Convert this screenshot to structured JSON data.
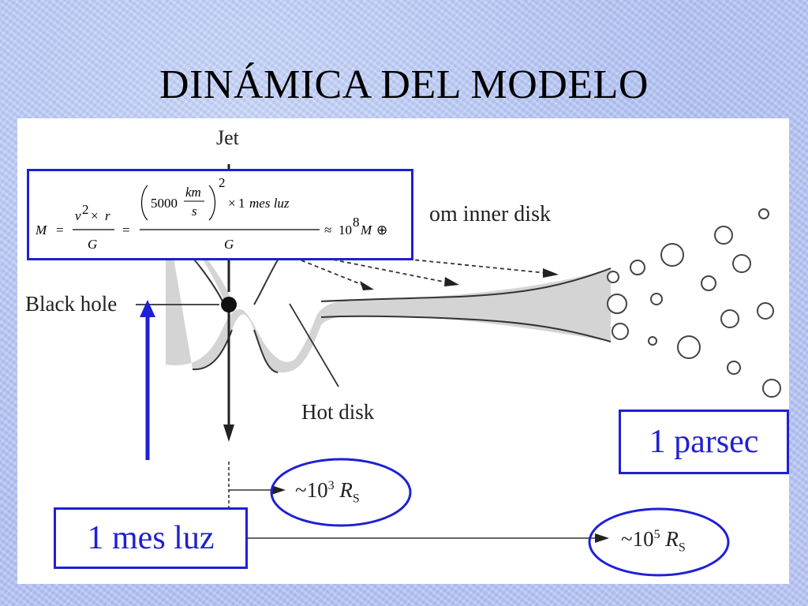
{
  "slide": {
    "title": "DINÁMICA DEL MODELO"
  },
  "diagram": {
    "jet_label": "Jet",
    "inner_disk_label": "om inner disk",
    "black_hole_label": "Black hole",
    "hot_disk_label": "Hot disk",
    "scale_small": {
      "prefix": "~10",
      "exponent": "3",
      "symbol": "R",
      "subscript": "S"
    },
    "scale_large": {
      "prefix": "~10",
      "exponent": "5",
      "symbol": "R",
      "subscript": "S"
    }
  },
  "formula": {
    "mass_symbol": "M",
    "equals": "=",
    "velocity": "v",
    "squared": "2",
    "times": "×",
    "radius": "r",
    "gravity_constant": "G",
    "speed_value": "5000",
    "speed_unit_num": "km",
    "speed_unit_den": "s",
    "factor": "1",
    "distance_unit": "mes luz",
    "approx": "≈",
    "result_base": "10",
    "result_exponent": "8",
    "solar_mass": "M",
    "earth_symbol": "⊕"
  },
  "callouts": {
    "parsec": "1 parsec",
    "light_month": "1 mes luz"
  },
  "colors": {
    "accent_blue": "#1f1fd6",
    "disk_gray": "#d4d4d4",
    "line_dark": "#333333"
  }
}
